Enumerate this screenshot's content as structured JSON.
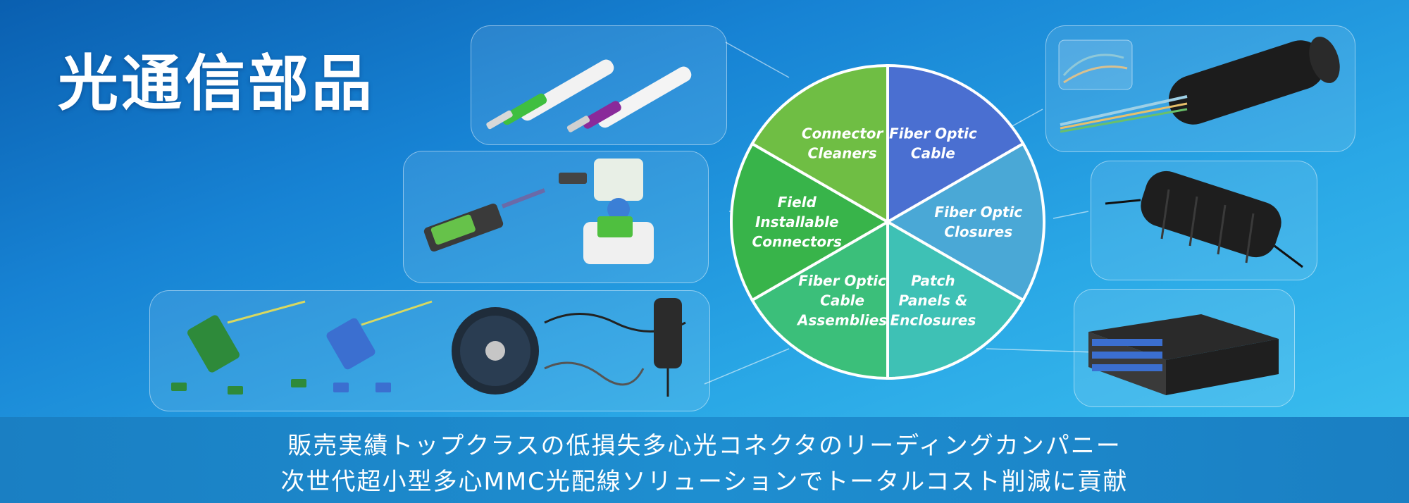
{
  "title": "光通信部品",
  "tagline": {
    "line1": "販売実績トップクラスの低損失多心光コネクタのリーディングカンパニー",
    "line2": "次世代超小型多心MMC光配線ソリューションでトータルコスト削減に貢献"
  },
  "segments": [
    {
      "lines": [
        "Fiber Optic",
        "Cable"
      ],
      "color": "#4a6fd1"
    },
    {
      "lines": [
        "Fiber Optic",
        "Closures"
      ],
      "color": "#4aa8d6"
    },
    {
      "lines": [
        "Patch",
        "Panels &",
        "Enclosures"
      ],
      "color": "#3ec1b5"
    },
    {
      "lines": [
        "Fiber Optic",
        "Cable",
        "Assemblies"
      ],
      "color": "#3bbf7a"
    },
    {
      "lines": [
        "Field",
        "Installable",
        "Connectors"
      ],
      "color": "#38b44a"
    },
    {
      "lines": [
        "Connector",
        "Cleaners"
      ],
      "color": "#6fbe44"
    }
  ],
  "panels": [
    {
      "name": "cleaners",
      "icon": "cleaner-pen-icon"
    },
    {
      "name": "field-connectors",
      "icon": "field-connector-icon"
    },
    {
      "name": "assemblies",
      "icon": "cable-assembly-icon"
    },
    {
      "name": "cable",
      "icon": "fiber-cable-icon"
    },
    {
      "name": "closures",
      "icon": "closure-icon"
    },
    {
      "name": "patch-panels",
      "icon": "patch-panel-icon"
    }
  ]
}
